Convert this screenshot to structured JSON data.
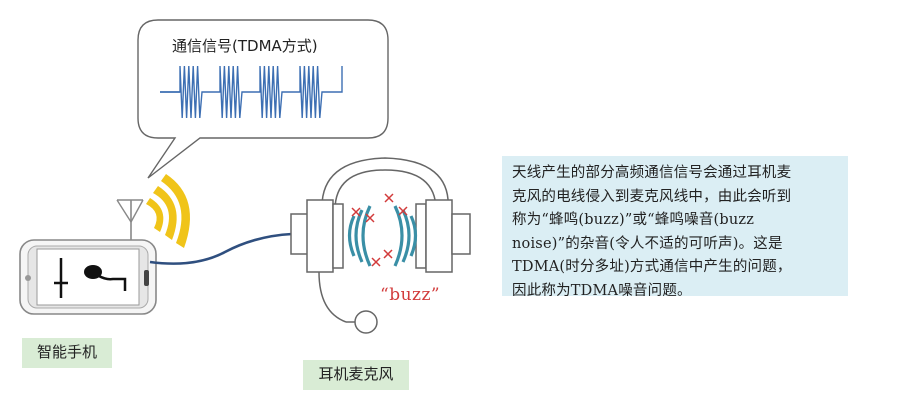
{
  "bubble": {
    "title": "通信信号(TDMA方式)"
  },
  "labels": {
    "smartphone": "智能手机",
    "headset_mic": "耳机麦克风",
    "buzz": "“buzz”"
  },
  "explanation": {
    "lines": [
      "天线产生的部分高频通信信号会通过耳机麦",
      "克风的电线侵入到麦克风线中，由此会听到",
      "称为“蜂鸣(buzz)”或“蜂鸣噪音(buzz",
      "noise)”的杂音(令人不适的可听声)。这是",
      "TDMA(时分多址)方式通信中产生的问题，",
      "因此称为TDMA噪音问题。"
    ]
  },
  "colors": {
    "signal": "#3d6fb3",
    "waves": "#f0c419",
    "cable": "#2f4f7f",
    "noise": "#d23b3b",
    "note_bg": "#dbeef4",
    "tag_bg": "#d9ecd5"
  },
  "icons": {
    "phone": "smartphone-icon",
    "antenna": "antenna-icon",
    "music_note": "music-note-icon",
    "headset": "headset-icon"
  }
}
